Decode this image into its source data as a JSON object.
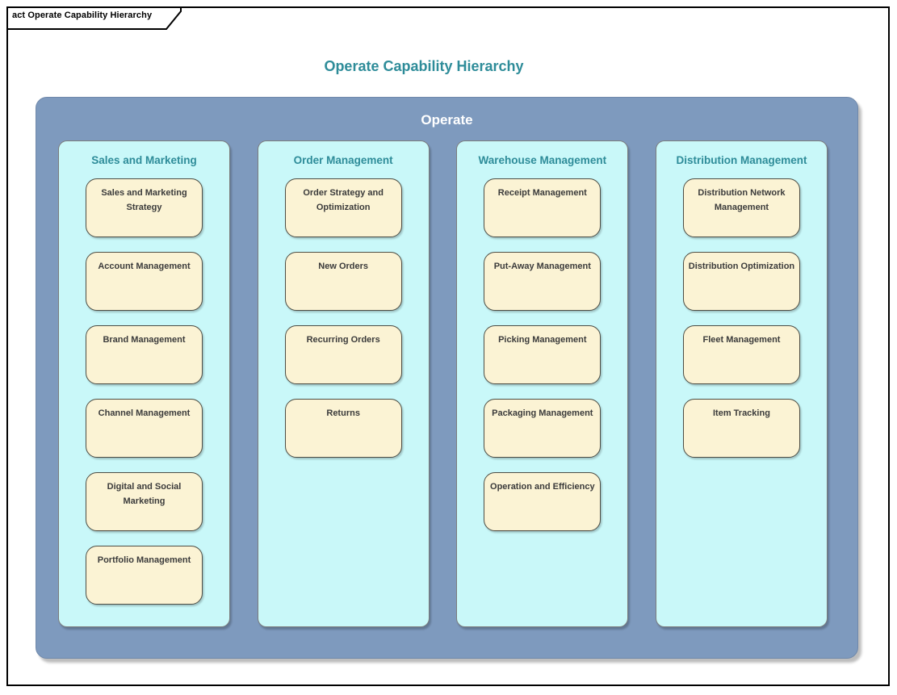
{
  "frame": {
    "tab_label": "act Operate Capability Hierarchy"
  },
  "title": "Operate Capability Hierarchy",
  "container": {
    "label": "Operate",
    "columns": [
      {
        "label": "Sales and Marketing",
        "items": [
          "Sales and Marketing Strategy",
          "Account Management",
          "Brand Management",
          "Channel Management",
          "Digital and Social Marketing",
          "Portfolio Management"
        ]
      },
      {
        "label": "Order Management",
        "items": [
          "Order Strategy and Optimization",
          "New Orders",
          "Recurring Orders",
          "Returns"
        ]
      },
      {
        "label": "Warehouse Management",
        "items": [
          "Receipt Management",
          "Put-Away Management",
          "Picking Management",
          "Packaging Management",
          "Operation and Efficiency"
        ]
      },
      {
        "label": "Distribution Management",
        "items": [
          "Distribution Network Management",
          "Distribution Optimization",
          "Fleet Management",
          "Item Tracking"
        ]
      }
    ]
  },
  "colors": {
    "container_fill": "#7E9ABE",
    "column_fill": "#C9F8F9",
    "box_fill": "#FBF3D4",
    "box_border": "#4D4D44",
    "heading_teal": "#2E8C99",
    "frame_border": "#000000"
  }
}
